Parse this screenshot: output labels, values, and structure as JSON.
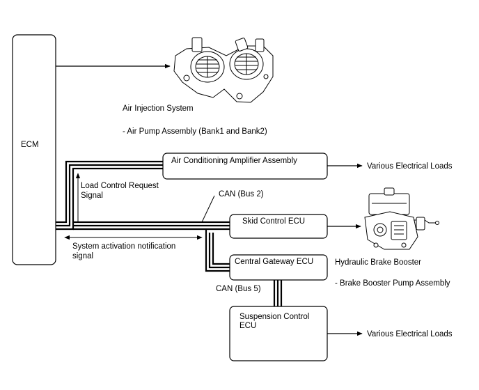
{
  "ecm": {
    "label": "ECM"
  },
  "air_injection": {
    "title": "Air Injection System",
    "detail": "- Air Pump Assembly (Bank1 and Bank2)"
  },
  "ac_amplifier": {
    "label": "Air Conditioning Amplifier Assembly"
  },
  "skid_control": {
    "label": "Skid Control ECU"
  },
  "central_gateway": {
    "label": "Central Gateway ECU"
  },
  "suspension_control": {
    "line1": "Suspension Control",
    "line2": "ECU"
  },
  "loads": {
    "top": "Various Electrical Loads",
    "bottom": "Various Electrical Loads"
  },
  "signals": {
    "load_control_line1": "Load Control Request",
    "load_control_line2": "Signal",
    "activation_line1": "System activation notification",
    "activation_line2": "signal"
  },
  "can_bus": {
    "bus2": "CAN (Bus 2)",
    "bus5": "CAN (Bus 5)"
  },
  "brake_booster": {
    "title": "Hydraulic Brake Booster",
    "detail": "- Brake Booster Pump Assembly"
  }
}
